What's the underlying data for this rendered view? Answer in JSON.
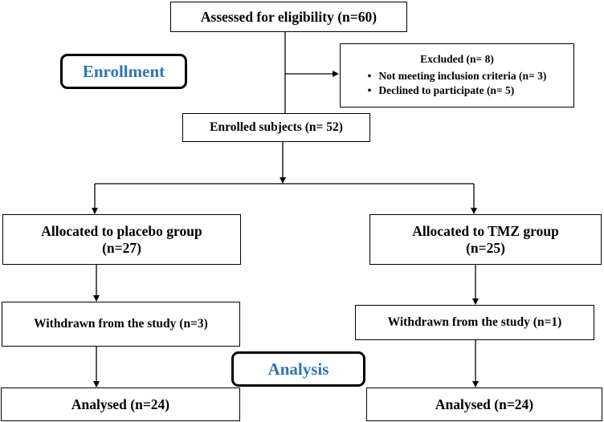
{
  "flow": {
    "assessed": "Assessed for eligibility (n=60)",
    "enrollment_label": "Enrollment",
    "excluded": {
      "title": "Excluded (n= 8)",
      "items": [
        "Not meeting inclusion criteria (n= 3)",
        "Declined to participate (n= 5)"
      ]
    },
    "enrolled": "Enrolled subjects (n= 52)",
    "placebo": {
      "allocated_line1": "Allocated to placebo group",
      "allocated_line2": "(n=27)",
      "withdrawn": "Withdrawn from the study (n=3)",
      "analysed": "Analysed (n=24)"
    },
    "tmz": {
      "allocated_line1": "Allocated to TMZ group",
      "allocated_line2": "(n=25)",
      "withdrawn": "Withdrawn from the study (n=1)",
      "analysed": "Analysed (n=24)"
    },
    "analysis_label": "Analysis",
    "colors": {
      "label_text": "#2e74b5",
      "line": "#000000"
    }
  }
}
